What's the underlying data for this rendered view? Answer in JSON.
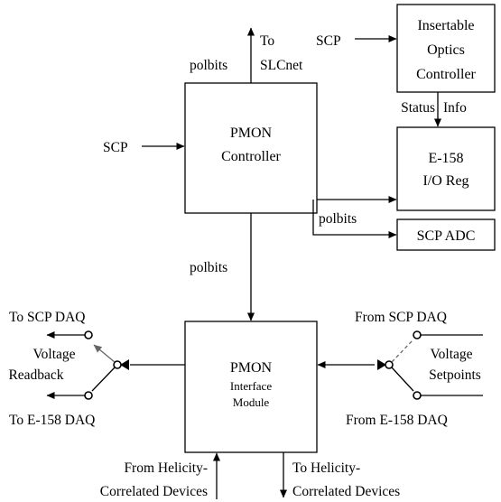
{
  "blocks": {
    "pmon_controller": [
      "PMON",
      "Controller"
    ],
    "optics_controller": [
      "Insertable",
      "Optics",
      "Controller"
    ],
    "io_reg": [
      "E-158",
      "I/O Reg"
    ],
    "scp_adc": "SCP ADC",
    "interface_module": [
      "PMON",
      "Interface",
      "Module"
    ]
  },
  "labels": {
    "scp_left": "SCP",
    "scp_top": "SCP",
    "to_slcnet": [
      "To",
      "SLCnet"
    ],
    "polbits_top": "polbits",
    "polbits_right": "polbits",
    "polbits_down": "polbits",
    "status": "Status",
    "info": "Info",
    "to_scp_daq": "To SCP DAQ",
    "voltage_readback": [
      "Voltage",
      "Readback"
    ],
    "to_e158_daq": "To E-158 DAQ",
    "from_scp_daq": "From SCP DAQ",
    "voltage_setpoints": [
      "Voltage",
      "Setpoints"
    ],
    "from_e158_daq": "From E-158 DAQ",
    "from_helicity": [
      "From Helicity-",
      "Correlated Devices"
    ],
    "to_helicity": [
      "To Helicity-",
      "Correlated Devices"
    ]
  }
}
